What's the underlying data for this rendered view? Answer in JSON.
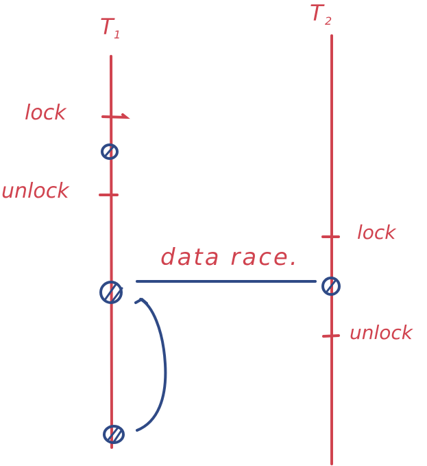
{
  "colors": {
    "timeline": "#d0434f",
    "access": "#2f4a86",
    "background": "#ffffff"
  },
  "threads": {
    "t1": {
      "label": "T",
      "subscript": "1",
      "events": [
        {
          "label": "lock"
        },
        {
          "label": "unlock"
        }
      ]
    },
    "t2": {
      "label": "T",
      "subscript": "2",
      "events": [
        {
          "label": "lock"
        },
        {
          "label": "unlock"
        }
      ]
    }
  },
  "race": {
    "label": "data race."
  }
}
